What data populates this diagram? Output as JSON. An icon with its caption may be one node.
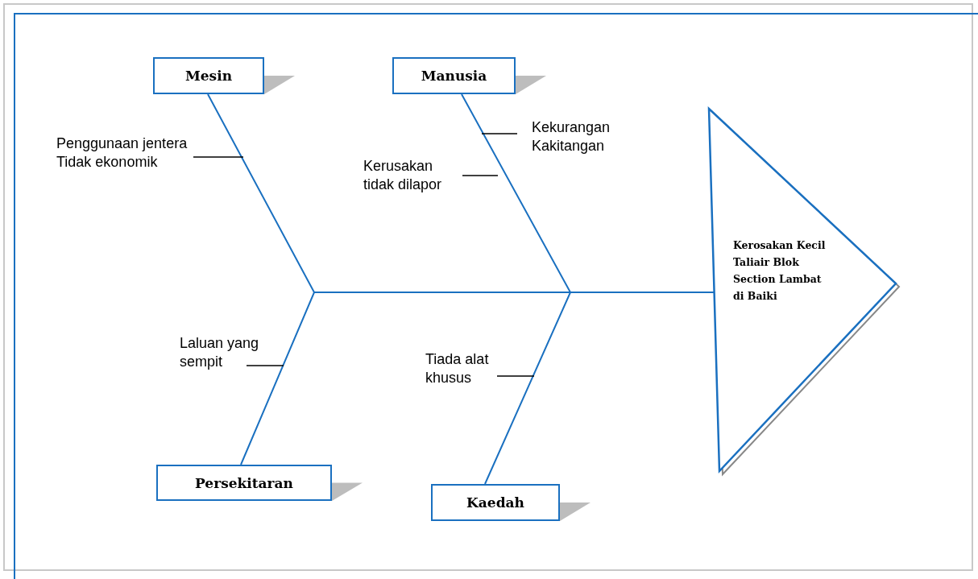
{
  "diagram": {
    "nodes": [
      {
        "text": [
          "Mesin"
        ]
      },
      {
        "text": [
          "Manusia"
        ]
      },
      {
        "text": [
          "Persekitaran"
        ]
      },
      {
        "text": [
          "Kaedah"
        ]
      },
      {
        "text": [
          "Kerosakan Kecil Taliair Blok Section Lambat di Baiki"
        ]
      },
      {
        "text": [
          "Penggunaan jentera Tidak ekonomik"
        ]
      },
      {
        "text": [
          "Kekurangan Kakitangan"
        ]
      },
      {
        "text": [
          "Kerusakan tidak dilapor"
        ]
      },
      {
        "text": [
          "Laluan yang sempit"
        ]
      },
      {
        "text": [
          "Tiada alat khusus"
        ]
      }
    ],
    "edges": [
      {
        "from": 0,
        "to": 4,
        "arrow": "none",
        "color": "#1a70c0"
      },
      {
        "from": 1,
        "to": 4,
        "arrow": "none",
        "color": "#1a70c0"
      },
      {
        "from": 2,
        "to": 4,
        "arrow": "none",
        "color": "#1a70c0"
      },
      {
        "from": 3,
        "to": 4,
        "arrow": "none",
        "color": "#1a70c0"
      },
      {
        "from": 5,
        "to": null,
        "arrow": "none"
      },
      {
        "from": 6,
        "to": null,
        "arrow": "none"
      },
      {
        "from": 7,
        "to": null,
        "arrow": "none"
      },
      {
        "from": 8,
        "to": null,
        "arrow": "none"
      },
      {
        "from": 9,
        "to": null,
        "arrow": "none"
      }
    ]
  }
}
